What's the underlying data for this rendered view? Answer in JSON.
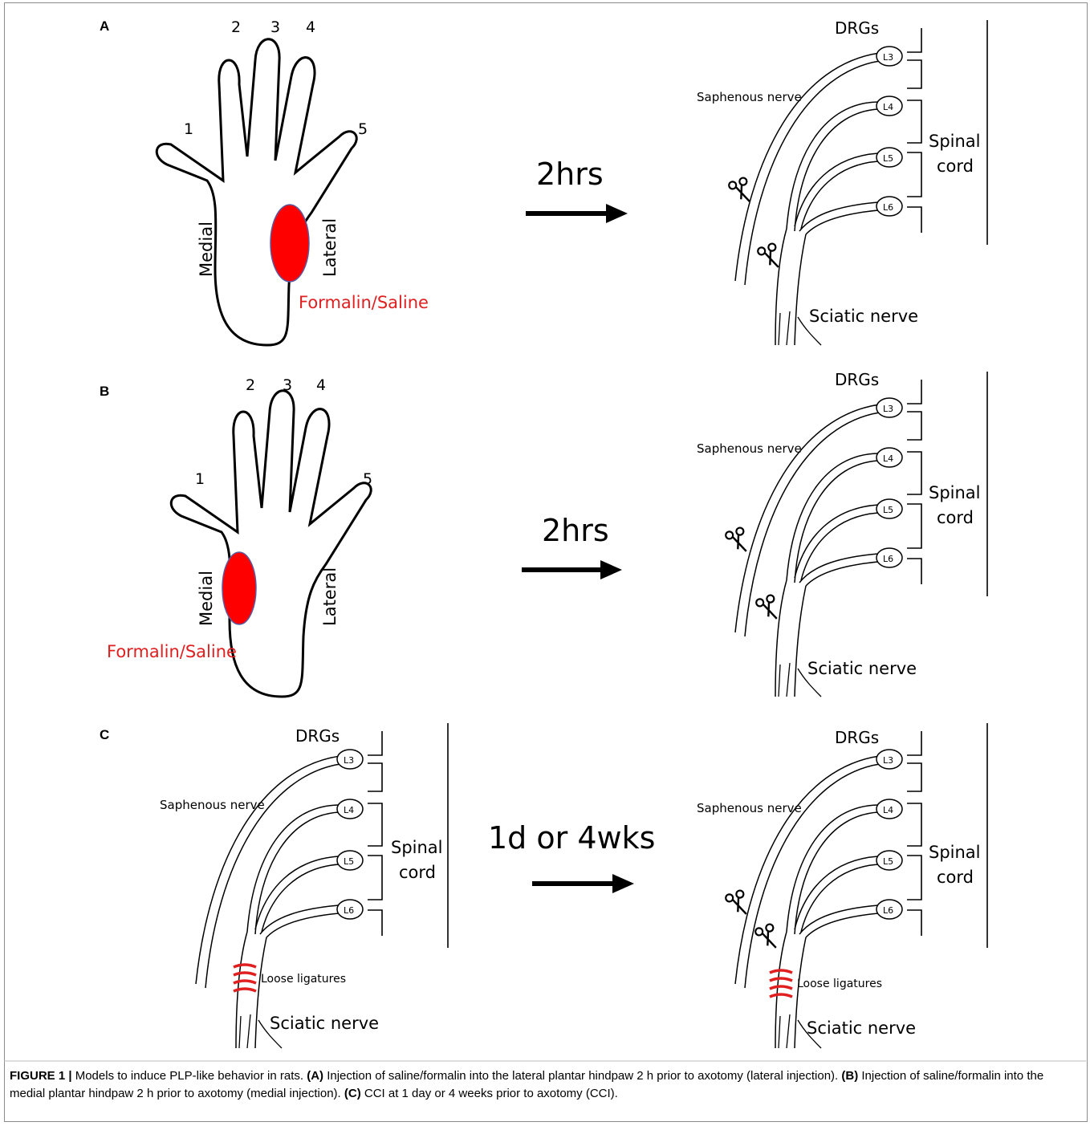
{
  "panels": {
    "A": {
      "label": "A",
      "digits": [
        "1",
        "2",
        "3",
        "4",
        "5"
      ],
      "medial": "Medial",
      "lateral": "Lateral",
      "injection_label": "Formalin/Saline",
      "interval": "2hrs",
      "nerve": {
        "drgs": "DRGs",
        "saphenous": "Saphenous nerve",
        "spinal1": "Spinal",
        "spinal2": "cord",
        "sciatic": "Sciatic nerve",
        "levels": [
          "L3",
          "L4",
          "L5",
          "L6"
        ]
      }
    },
    "B": {
      "label": "B",
      "digits": [
        "1",
        "2",
        "3",
        "4",
        "5"
      ],
      "medial": "Medial",
      "lateral": "Lateral",
      "injection_label": "Formalin/Saline",
      "interval": "2hrs",
      "nerve": {
        "drgs": "DRGs",
        "saphenous": "Saphenous nerve",
        "spinal1": "Spinal",
        "spinal2": "cord",
        "sciatic": "Sciatic nerve",
        "levels": [
          "L3",
          "L4",
          "L5",
          "L6"
        ]
      }
    },
    "C": {
      "label": "C",
      "interval": "1d or 4wks",
      "left": {
        "drgs": "DRGs",
        "saphenous": "Saphenous nerve",
        "spinal1": "Spinal",
        "spinal2": "cord",
        "sciatic": "Sciatic nerve",
        "ligatures": "Loose ligatures",
        "levels": [
          "L3",
          "L4",
          "L5",
          "L6"
        ]
      },
      "right": {
        "drgs": "DRGs",
        "saphenous": "Saphenous nerve",
        "spinal1": "Spinal",
        "spinal2": "cord",
        "sciatic": "Sciatic nerve",
        "ligatures": "Loose ligatures",
        "levels": [
          "L3",
          "L4",
          "L5",
          "L6"
        ]
      }
    }
  },
  "colors": {
    "injection": "#ff0000",
    "injection_stroke": "#5a5aa0",
    "label_red": "#e02020",
    "ligature": "#e02020"
  },
  "caption": {
    "title": "FIGURE 1 | ",
    "lead": "Models to induce PLP-like behavior in rats. ",
    "a_tag": "(A)",
    "a_text": " Injection of saline/formalin into the lateral plantar hindpaw 2 h prior to axotomy (lateral injection). ",
    "b_tag": "(B)",
    "b_text": " Injection of saline/formalin into the medial plantar hindpaw 2 h prior to axotomy (medial injection). ",
    "c_tag": "(C)",
    "c_text": " CCI at 1 day or 4 weeks prior to axotomy (CCI)."
  }
}
